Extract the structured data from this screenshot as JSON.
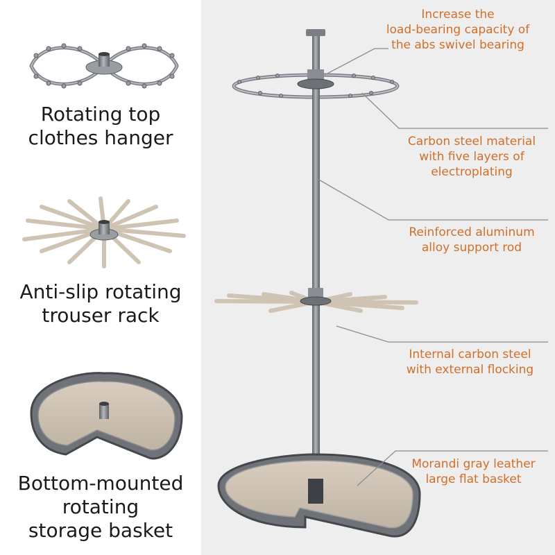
{
  "colors": {
    "callout_text": "#cf6f2a",
    "caption_text": "#1a1a1a",
    "right_background": "#eeeeee",
    "metal": "#8a8d93",
    "metal_dark": "#55585e",
    "leather": "#cfc3b3"
  },
  "left_items": [
    {
      "name": "top-hanger",
      "caption": "Rotating top clothes hanger",
      "lines": [
        "Rotating top",
        "clothes hanger"
      ]
    },
    {
      "name": "trouser-rack",
      "caption": "Anti-slip rotating trouser rack",
      "lines": [
        "Anti-slip rotating",
        "trouser rack"
      ]
    },
    {
      "name": "storage-basket",
      "caption": "Bottom-mounted rotating storage basket",
      "lines": [
        "Bottom-mounted",
        "rotating",
        "storage basket"
      ]
    }
  ],
  "callouts": [
    {
      "lines": [
        "Increase the",
        "load-bearing capacity of",
        "the abs swivel bearing"
      ]
    },
    {
      "lines": [
        "Carbon steel material",
        "with five layers of",
        "electroplating"
      ]
    },
    {
      "lines": [
        "Reinforced aluminum",
        "alloy support rod"
      ]
    },
    {
      "lines": [
        "Internal carbon steel",
        "with external flocking"
      ]
    },
    {
      "lines": [
        "Morandi gray leather",
        "large flat basket"
      ]
    }
  ]
}
